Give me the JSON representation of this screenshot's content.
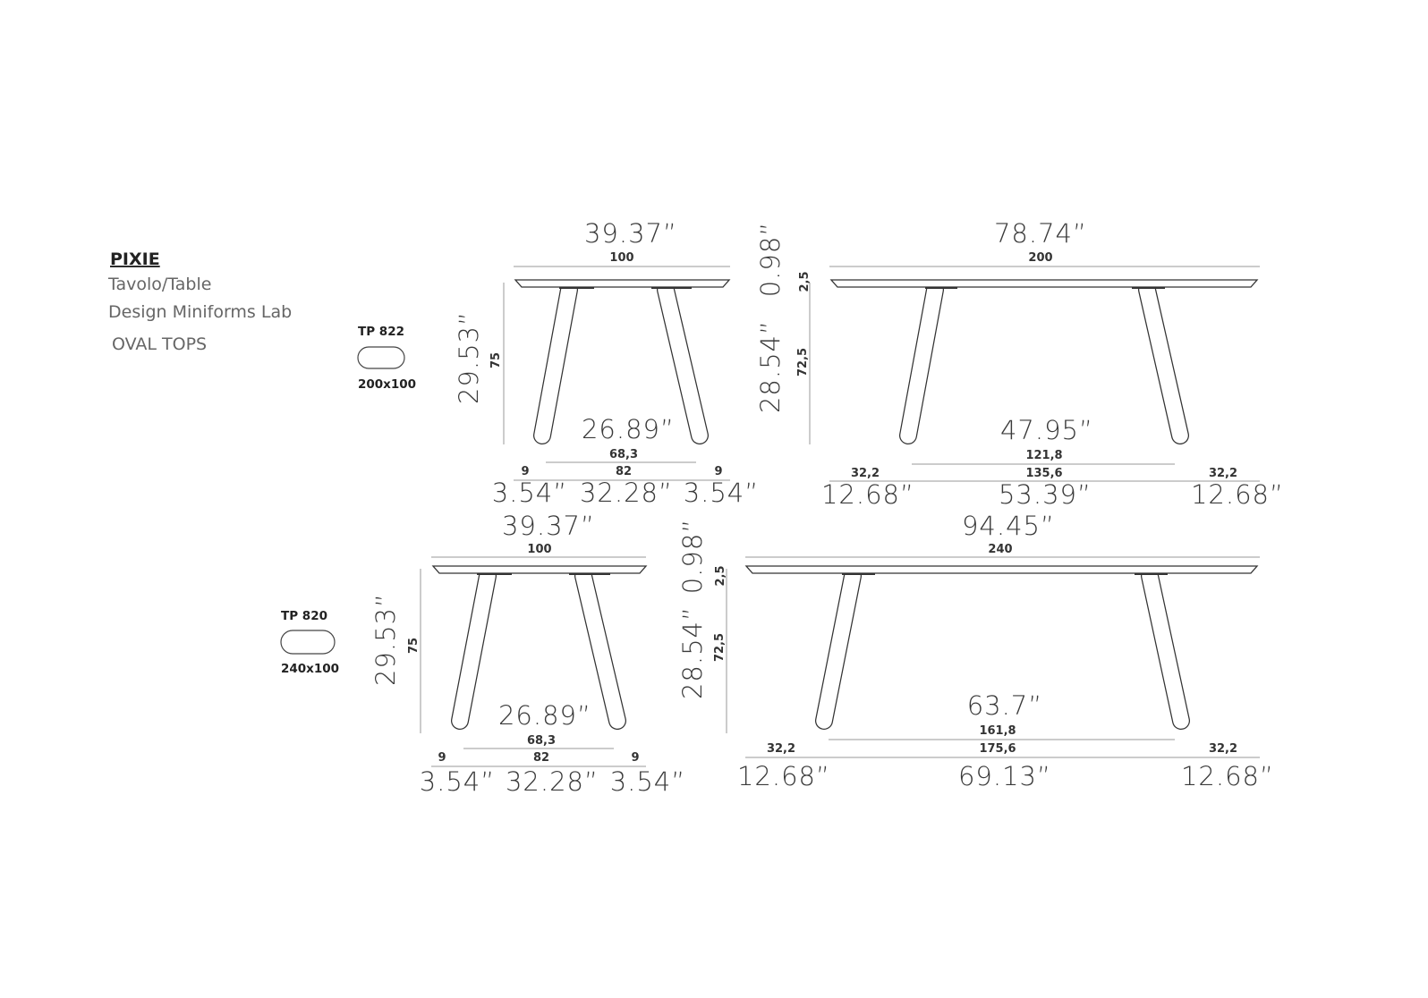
{
  "header": {
    "product": "PIXIE",
    "type": "Tavolo/Table",
    "designer": "Design Miniforms Lab",
    "collection": "OVAL TOPS"
  },
  "models": [
    {
      "code": "TP 822",
      "size": "200x100"
    },
    {
      "code": "TP 820",
      "size": "240x100"
    }
  ],
  "tp822_side": {
    "width_in": "39.37”",
    "width_cm": "100",
    "height_in": "29.53”",
    "height_cm": "75",
    "legspan_in": "26.89”",
    "legspan_cm": "68,3",
    "left_cm": "9",
    "mid_cm": "82",
    "right_cm": "9",
    "left_in": "3.54”",
    "mid_in": "32.28”",
    "right_in": "3.54”",
    "top_thick_in": "0.98”",
    "top_thick_cm": "2,5",
    "under_in": "28.54”",
    "under_cm": "72,5"
  },
  "tp822_front": {
    "width_in": "78.74”",
    "width_cm": "200",
    "legspan_in": "47.95”",
    "legspan_cm": "121,8",
    "left_cm": "32,2",
    "mid_cm": "135,6",
    "right_cm": "32,2",
    "left_in": "12.68”",
    "mid_in": "53.39”",
    "right_in": "12.68”"
  },
  "tp820_side": {
    "width_in": "39.37”",
    "width_cm": "100",
    "height_in": "29.53”",
    "height_cm": "75",
    "legspan_in": "26.89”",
    "legspan_cm": "68,3",
    "left_cm": "9",
    "mid_cm": "82",
    "right_cm": "9",
    "left_in": "3.54”",
    "mid_in": "32.28”",
    "right_in": "3.54”",
    "top_thick_in": "0.98”",
    "top_thick_cm": "2,5",
    "under_in": "28.54”",
    "under_cm": "72,5"
  },
  "tp820_front": {
    "width_in": "94.45”",
    "width_cm": "240",
    "legspan_in": "63.7”",
    "legspan_cm": "161,8",
    "left_cm": "32,2",
    "mid_cm": "175,6",
    "right_cm": "32,2",
    "left_in": "12.68”",
    "mid_in": "69.13”",
    "right_in": "12.68”"
  }
}
